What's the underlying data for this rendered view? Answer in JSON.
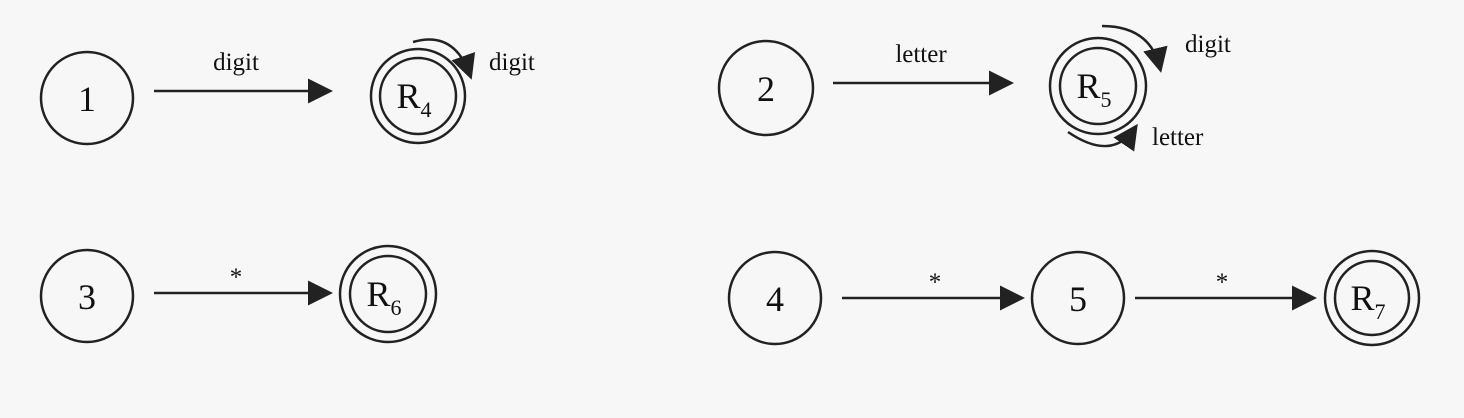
{
  "colors": {
    "background": "#f7f7f7",
    "stroke": "#222222",
    "text": "#111111"
  },
  "automata": [
    {
      "states": [
        {
          "name": "1",
          "accepting": false
        },
        {
          "name": "R",
          "sub": "4",
          "accepting": true
        }
      ],
      "transitions": [
        {
          "from": "1",
          "to": "R4",
          "label": "digit"
        },
        {
          "from": "R4",
          "to": "R4",
          "label": "digit"
        }
      ]
    },
    {
      "states": [
        {
          "name": "2",
          "accepting": false
        },
        {
          "name": "R",
          "sub": "5",
          "accepting": true
        }
      ],
      "transitions": [
        {
          "from": "2",
          "to": "R5",
          "label": "letter"
        },
        {
          "from": "R5",
          "to": "R5",
          "label": "digit"
        },
        {
          "from": "R5",
          "to": "R5",
          "label": "letter"
        }
      ]
    },
    {
      "states": [
        {
          "name": "3",
          "accepting": false
        },
        {
          "name": "R",
          "sub": "6",
          "accepting": true
        }
      ],
      "transitions": [
        {
          "from": "3",
          "to": "R6",
          "label": "*"
        }
      ]
    },
    {
      "states": [
        {
          "name": "4",
          "accepting": false
        },
        {
          "name": "5",
          "accepting": false
        },
        {
          "name": "R",
          "sub": "7",
          "accepting": true
        }
      ],
      "transitions": [
        {
          "from": "4",
          "to": "5",
          "label": "*"
        },
        {
          "from": "5",
          "to": "R7",
          "label": "*"
        }
      ]
    }
  ]
}
